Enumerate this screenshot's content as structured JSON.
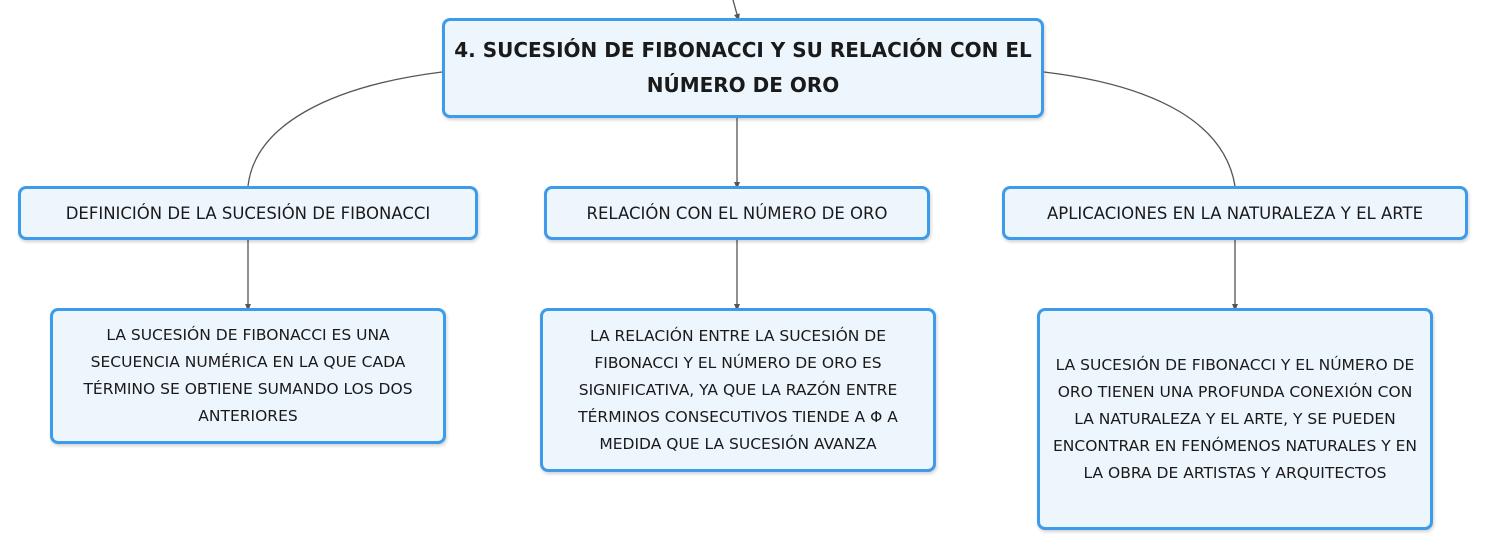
{
  "colors": {
    "node_fill": "#eef6fd",
    "node_border": "#3d9be9",
    "connector": "#555555",
    "text": "#1a1a1a"
  },
  "root": {
    "title": "4. SUCESIÓN DE FIBONACCI Y SU RELACIÓN CON EL NÚMERO DE ORO"
  },
  "branches": [
    {
      "label": "DEFINICIÓN DE LA SUCESIÓN DE FIBONACCI",
      "detail": "LA SUCESIÓN DE FIBONACCI ES UNA SECUENCIA NUMÉRICA EN LA QUE CADA TÉRMINO SE OBTIENE SUMANDO LOS DOS ANTERIORES"
    },
    {
      "label": "RELACIÓN CON EL NÚMERO DE ORO",
      "detail": "LA RELACIÓN ENTRE LA SUCESIÓN DE FIBONACCI Y EL NÚMERO DE ORO ES SIGNIFICATIVA, YA QUE LA RAZÓN ENTRE TÉRMINOS CONSECUTIVOS TIENDE A Φ A MEDIDA QUE LA SUCESIÓN AVANZA"
    },
    {
      "label": "APLICACIONES EN LA NATURALEZA Y EL ARTE",
      "detail": "LA SUCESIÓN DE FIBONACCI Y EL NÚMERO DE ORO TIENEN UNA PROFUNDA CONEXIÓN CON LA NATURALEZA Y EL ARTE, Y SE PUEDEN ENCONTRAR EN FENÓMENOS NATURALES Y EN LA OBRA DE ARTISTAS Y ARQUITECTOS"
    }
  ]
}
